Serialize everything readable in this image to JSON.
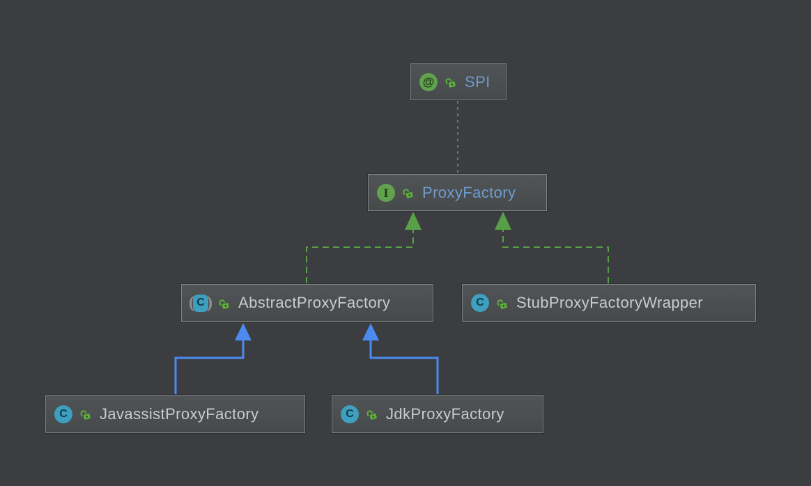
{
  "diagram": {
    "kind": "uml-class-diagram",
    "nodes": [
      {
        "id": "spi",
        "label": "SPI",
        "stereotype": "annotation",
        "visibility": "public"
      },
      {
        "id": "proxy-factory",
        "label": "ProxyFactory",
        "stereotype": "interface",
        "visibility": "public"
      },
      {
        "id": "abstract-proxy-factory",
        "label": "AbstractProxyFactory",
        "stereotype": "abstract-class",
        "visibility": "public"
      },
      {
        "id": "stub-proxy-factory-wrapper",
        "label": "StubProxyFactoryWrapper",
        "stereotype": "class",
        "visibility": "public"
      },
      {
        "id": "javassist-proxy-factory",
        "label": "JavassistProxyFactory",
        "stereotype": "class",
        "visibility": "public"
      },
      {
        "id": "jdk-proxy-factory",
        "label": "JdkProxyFactory",
        "stereotype": "class",
        "visibility": "public"
      }
    ],
    "edges": [
      {
        "from": "ProxyFactory",
        "to": "SPI",
        "type": "annotation",
        "line": "dotted",
        "color": "#6C8757"
      },
      {
        "from": "AbstractProxyFactory",
        "to": "ProxyFactory",
        "type": "realization",
        "line": "dashed",
        "color": "#57A047"
      },
      {
        "from": "StubProxyFactoryWrapper",
        "to": "ProxyFactory",
        "type": "realization",
        "line": "dashed",
        "color": "#57A047"
      },
      {
        "from": "JavassistProxyFactory",
        "to": "AbstractProxyFactory",
        "type": "generalization",
        "line": "solid",
        "color": "#4B8AEF"
      },
      {
        "from": "JdkProxyFactory",
        "to": "AbstractProxyFactory",
        "type": "generalization",
        "line": "solid",
        "color": "#4B8AEF"
      }
    ],
    "colors": {
      "background": "#3B3D40",
      "node_fill_top": "#505456",
      "node_fill_bottom": "#464A4B",
      "node_border": "#7E8183",
      "annotation_interface_green": "#61A24E",
      "class_teal": "#3E9FBF",
      "lock_green": "#5FAD3F",
      "interface_label_blue": "#6E9CCE",
      "class_label_gray": "#C9CBCD",
      "realization_green": "#57A047",
      "annotation_dotted_green": "#6C8757",
      "generalization_blue": "#4B8AEF"
    }
  },
  "icons": {
    "annotation_glyph": "@",
    "interface_glyph": "I",
    "class_glyph": "C",
    "paren_left": "(",
    "paren_right": ")"
  }
}
